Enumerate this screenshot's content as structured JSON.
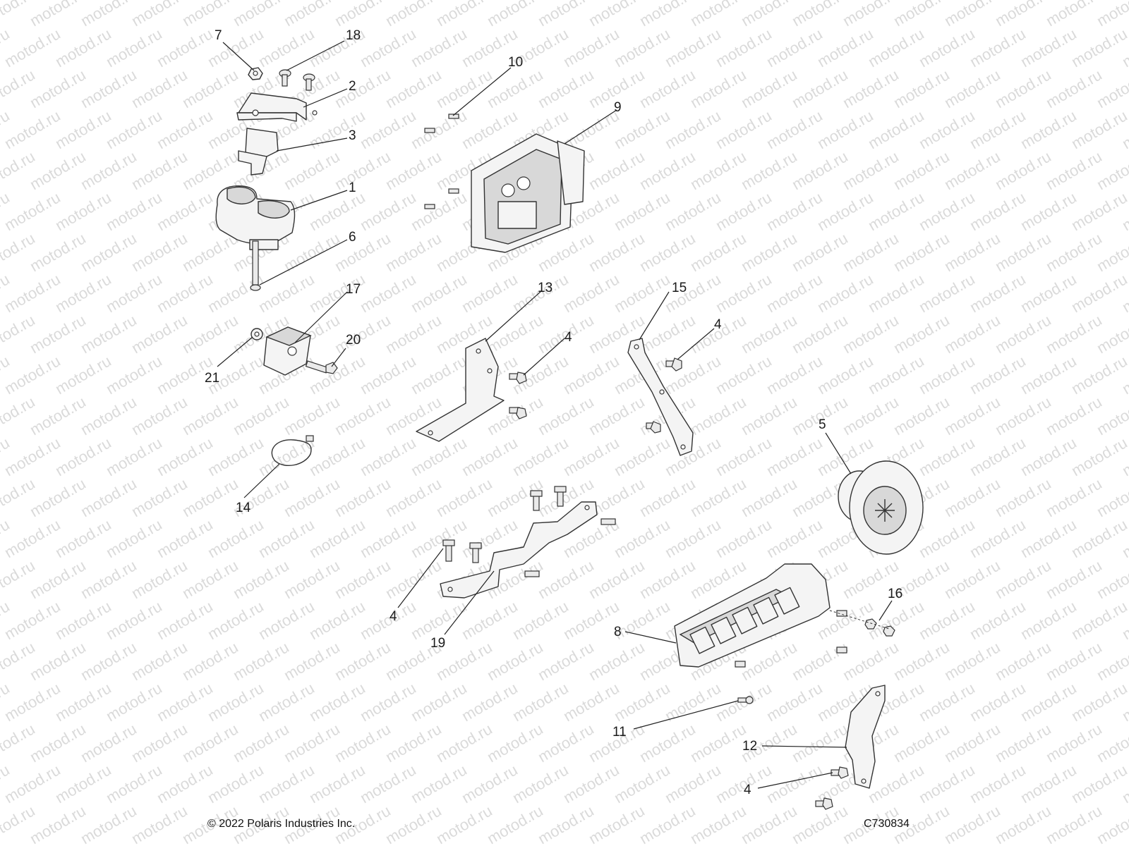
{
  "watermark": "motod.ru",
  "callouts": {
    "c7": "7",
    "c18": "18",
    "c2": "2",
    "c3": "3",
    "c1": "1",
    "c6": "6",
    "c17": "17",
    "c21": "21",
    "c20": "20",
    "c14": "14",
    "c10": "10",
    "c9": "9",
    "c13": "13",
    "c4a": "4",
    "c15": "15",
    "c4b": "4",
    "c5": "5",
    "c4c": "4",
    "c19": "19",
    "c16": "16",
    "c8": "8",
    "c11": "11",
    "c12": "12",
    "c4d": "4"
  },
  "footer": {
    "copyright": "© 2022 Polaris Industries Inc.",
    "code": "C730834"
  },
  "colors": {
    "line": "#333333",
    "part_fill": "#f4f4f4",
    "watermark": "#bdbdbd"
  }
}
